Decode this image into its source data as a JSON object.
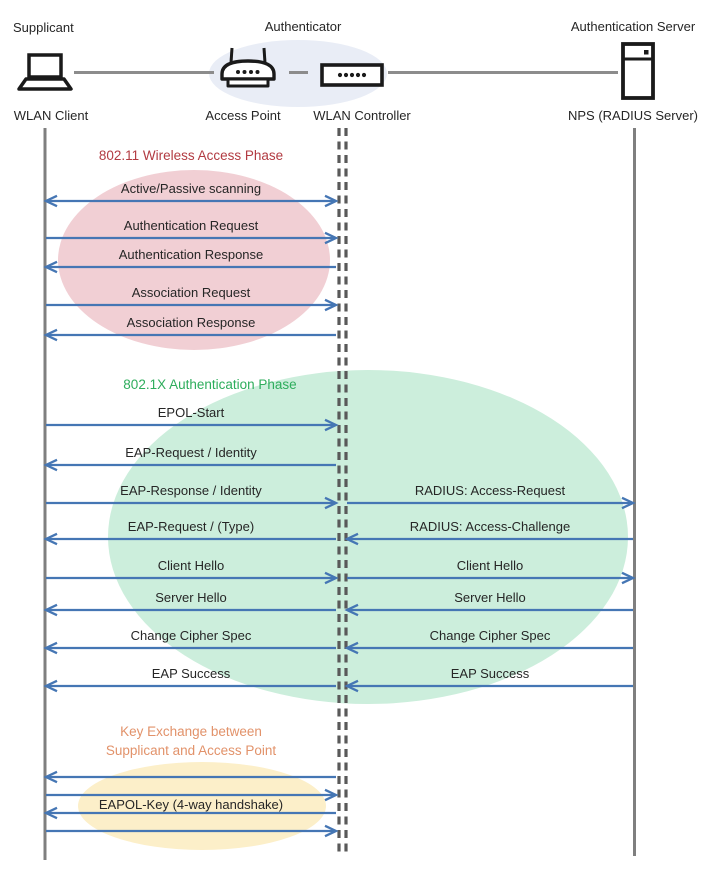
{
  "colors": {
    "arrow": "#4576B4",
    "lifeline": "#7F7F7F",
    "dashed_lifeline": "#595959",
    "connector": "#8C8C8C",
    "text": "#262626",
    "authenticator_bg": "#E9EDF6"
  },
  "header": {
    "roles": [
      "Supplicant",
      "Authenticator",
      "Authentication Server"
    ],
    "nodes": [
      "WLAN Client",
      "Access Point",
      "WLAN Controller",
      "NPS (RADIUS Server)"
    ]
  },
  "phases": [
    {
      "title": "802.11 Wireless Access Phase",
      "title_color": "#B23B42",
      "ellipse_color": "#F1CFD4",
      "messages": [
        [
          {
            "side": "left",
            "dir": "both",
            "label": "Active/Passive scanning"
          }
        ],
        [
          {
            "side": "left",
            "dir": "right",
            "label": "Authentication Request"
          }
        ],
        [
          {
            "side": "left",
            "dir": "left",
            "label": "Authentication Response"
          }
        ],
        [
          {
            "side": "left",
            "dir": "right",
            "label": "Association Request"
          }
        ],
        [
          {
            "side": "left",
            "dir": "left",
            "label": "Association Response"
          }
        ]
      ]
    },
    {
      "title": "802.1X Authentication Phase",
      "title_color": "#2EAD5C",
      "ellipse_color": "#CCEEDC",
      "messages": [
        [
          {
            "side": "left",
            "dir": "right",
            "label": "EPOL-Start"
          }
        ],
        [
          {
            "side": "left",
            "dir": "left",
            "label": "EAP-Request / Identity"
          }
        ],
        [
          {
            "side": "left",
            "dir": "right",
            "label": "EAP-Response / Identity"
          },
          {
            "side": "right",
            "dir": "right",
            "label": "RADIUS: Access-Request"
          }
        ],
        [
          {
            "side": "left",
            "dir": "left",
            "label": "EAP-Request / (Type)"
          },
          {
            "side": "right",
            "dir": "left",
            "label": "RADIUS: Access-Challenge"
          }
        ],
        [
          {
            "side": "left",
            "dir": "right",
            "label": "Client Hello"
          },
          {
            "side": "right",
            "dir": "right",
            "label": "Client Hello"
          }
        ],
        [
          {
            "side": "left",
            "dir": "left",
            "label": "Server Hello"
          },
          {
            "side": "right",
            "dir": "left",
            "label": "Server Hello"
          }
        ],
        [
          {
            "side": "left",
            "dir": "left",
            "label": "Change Cipher Spec"
          },
          {
            "side": "right",
            "dir": "left",
            "label": "Change Cipher Spec"
          }
        ],
        [
          {
            "side": "left",
            "dir": "left",
            "label": "EAP Success"
          },
          {
            "side": "right",
            "dir": "left",
            "label": "EAP Success"
          }
        ]
      ]
    },
    {
      "title": "Key Exchange between\nSupplicant and Access Point",
      "title_color": "#E2926A",
      "ellipse_color": "#FCEFC9",
      "messages": [
        [
          {
            "side": "left",
            "dir": "left",
            "label": ""
          }
        ],
        [
          {
            "side": "left",
            "dir": "right",
            "label": ""
          }
        ],
        [
          {
            "side": "left",
            "dir": "left",
            "label": "EAPOL-Key (4-way handshake)"
          }
        ],
        [
          {
            "side": "left",
            "dir": "right",
            "label": ""
          }
        ]
      ]
    }
  ]
}
